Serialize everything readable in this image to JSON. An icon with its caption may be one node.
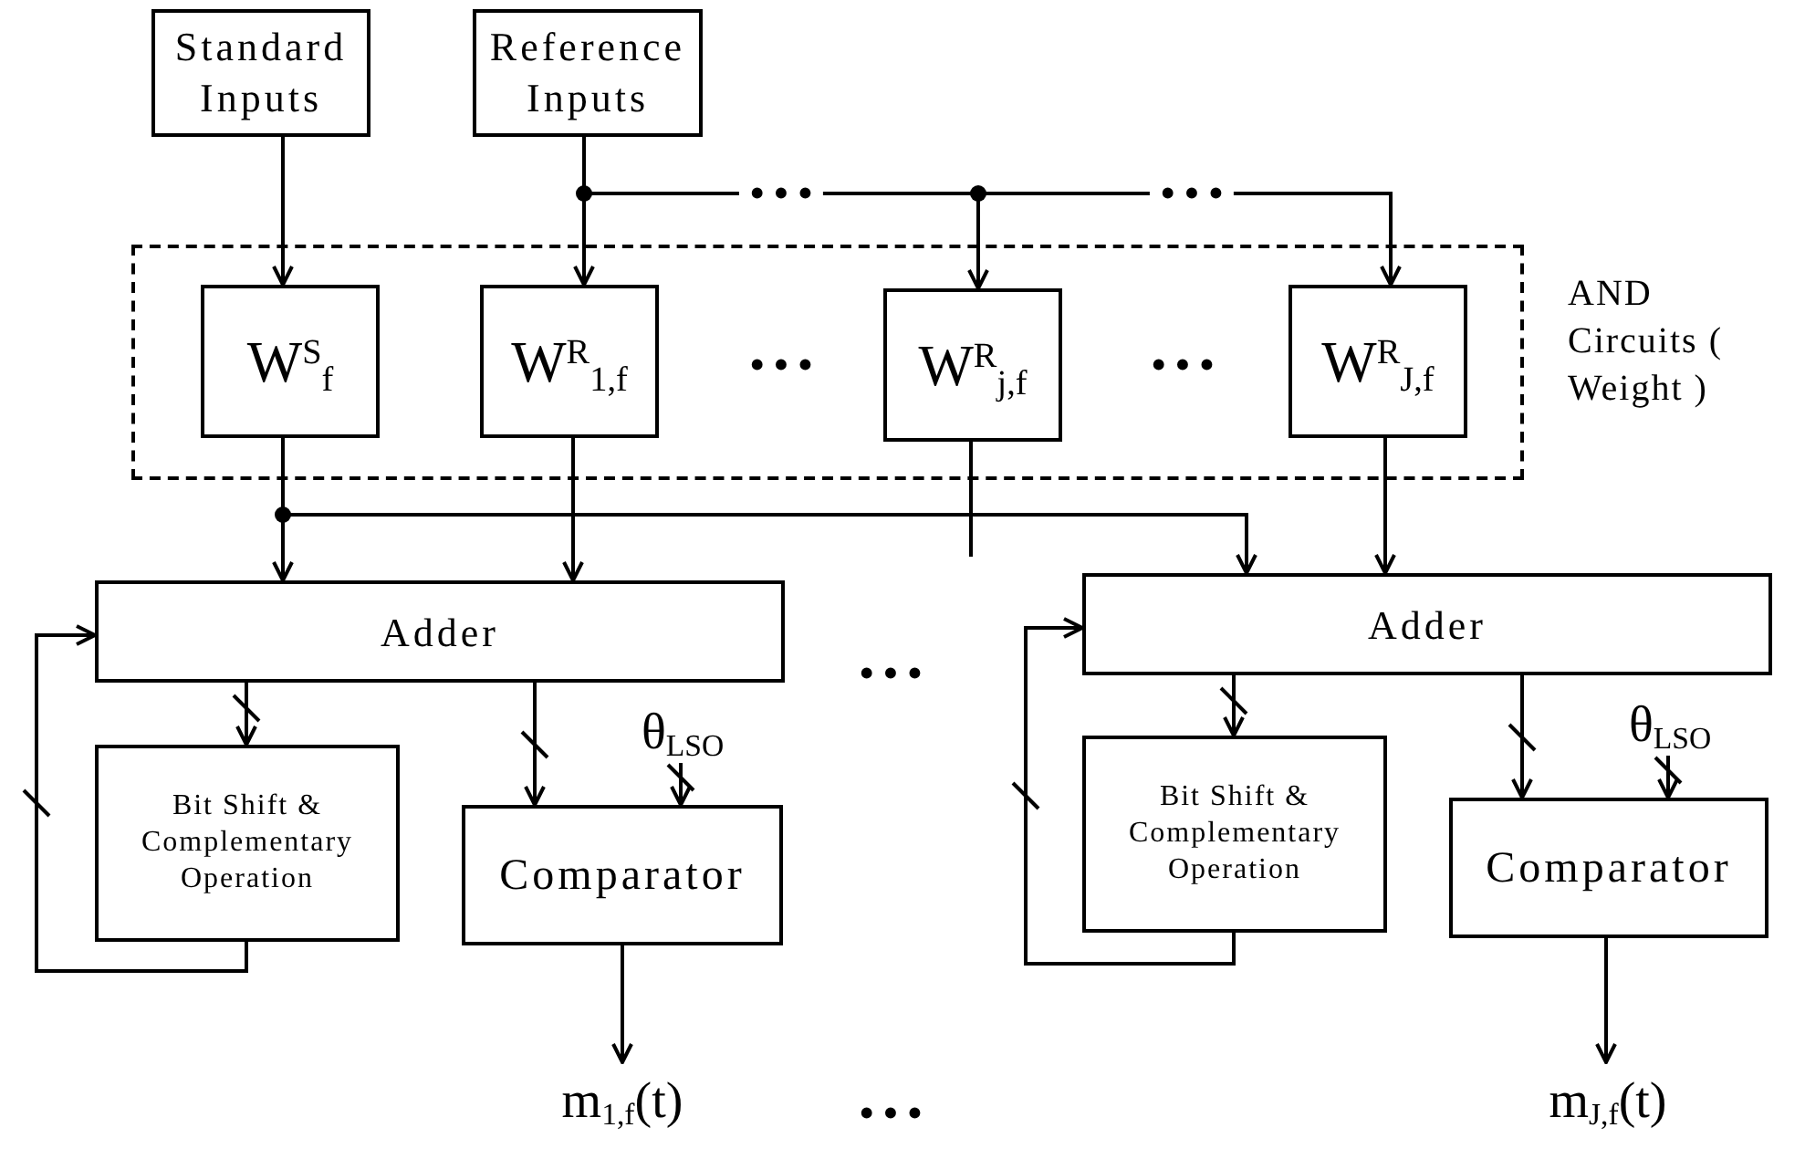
{
  "diagram": {
    "nodes": [
      {
        "text": [
          "Standard Inputs"
        ]
      },
      {
        "text": [
          "Reference Inputs"
        ]
      },
      {
        "text": [
          "AND Circuits ( Weight )"
        ]
      },
      {
        "text": [
          "W$^{S}$$_{f}$"
        ],
        "in": 2
      },
      {
        "text": [
          "W$^{R}$$_{1,f}$"
        ],
        "in": 2
      },
      {
        "text": [
          "W$^{R}$$_{j,f}$"
        ],
        "in": 2
      },
      {
        "text": [
          "W$^{R}$$_{J,f}$"
        ],
        "in": 2
      },
      {
        "text": [
          "Adder"
        ]
      },
      {
        "text": [
          "Bit Shift & Complementary Operation"
        ]
      },
      {
        "text": [
          "Comparator"
        ]
      },
      {
        "text": [
          "m$_{1,f}$(t)"
        ]
      },
      {
        "text": [
          "Adder"
        ]
      },
      {
        "text": [
          "Bit Shift & Complementary Operation"
        ]
      },
      {
        "text": [
          "Comparator"
        ]
      },
      {
        "text": [
          "m$_{J,f}$(t)"
        ]
      },
      {
        "text": [
          "θ$_{LSO}$"
        ]
      },
      {
        "text": [
          "θ$_{LSO}$"
        ]
      }
    ],
    "edges": [
      {
        "from": 0,
        "to": 3,
        "arrow": "to"
      },
      {
        "from": 1,
        "to": 4,
        "arrow": "to"
      },
      {
        "from": 1,
        "to": 5,
        "arrow": "to"
      },
      {
        "from": 1,
        "to": 6,
        "arrow": "to"
      },
      {
        "from": 3,
        "to": 7,
        "arrow": "to"
      },
      {
        "from": 3,
        "to": 11,
        "arrow": "to"
      },
      {
        "from": 4,
        "to": 7,
        "arrow": "to"
      },
      {
        "from": 5,
        "to": null,
        "arrow": "none"
      },
      {
        "from": 6,
        "to": 11,
        "arrow": "to"
      },
      {
        "from": 7,
        "to": 8,
        "arrow": "to"
      },
      {
        "from": 7,
        "to": 9,
        "arrow": "to"
      },
      {
        "from": 15,
        "to": 9,
        "arrow": "to"
      },
      {
        "from": 8,
        "to": 7,
        "arrow": "to"
      },
      {
        "from": 9,
        "to": 10,
        "arrow": "to"
      },
      {
        "from": 11,
        "to": 12,
        "arrow": "to"
      },
      {
        "from": 11,
        "to": 13,
        "arrow": "to"
      },
      {
        "from": 16,
        "to": 13,
        "arrow": "to"
      },
      {
        "from": 12,
        "to": 11,
        "arrow": "to"
      },
      {
        "from": 13,
        "to": 14,
        "arrow": "to"
      }
    ],
    "labels": [
      "• • •",
      "• • •",
      "• • •",
      "• • •",
      "• • •",
      "• • •"
    ]
  }
}
